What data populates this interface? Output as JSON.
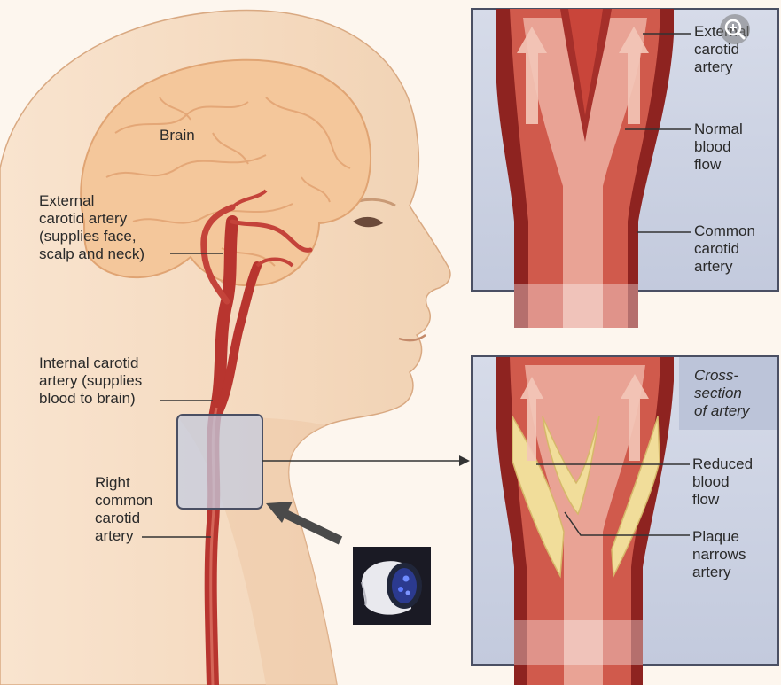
{
  "labels": {
    "brain": "Brain",
    "external_carotid_left": "External\ncarotid artery\n(supplies face,\nscalp and neck)",
    "internal_carotid": "Internal carotid\nartery (supplies\nblood to brain)",
    "right_common_carotid": "Right\ncommon\ncarotid\nartery",
    "external_carotid_right": "External\ncarotid\nartery",
    "normal_blood_flow": "Normal\nblood\nflow",
    "common_carotid": "Common\ncarotid\nartery",
    "cross_section": "Cross-\nsection\nof artery",
    "reduced_blood_flow": "Reduced\nblood\nflow",
    "plaque": "Plaque\nnarrows\nartery"
  },
  "colors": {
    "skin": "#f6dcc2",
    "skin_shadow": "#ecc6a3",
    "brain": "#f4c79b",
    "artery": "#b8352f",
    "artery_dark": "#8e2320",
    "lumen": "#e9a395",
    "panel_bg": "#cdd3e3",
    "panel_border": "#4a4f63",
    "plaque": "#f1dd9a",
    "highlight_box": "#c4cce0"
  },
  "icons": {
    "zoom": "magnifier-plus-icon",
    "device": "ultrasound-device-icon"
  }
}
